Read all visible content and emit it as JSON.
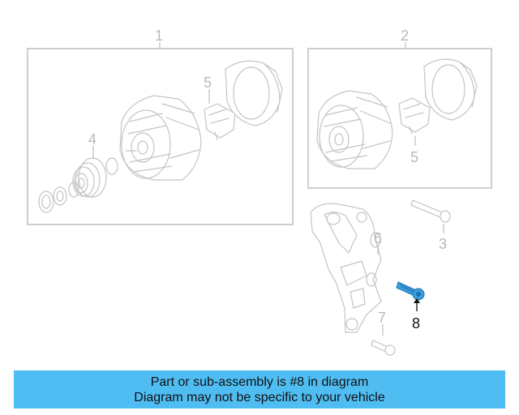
{
  "diagram": {
    "callouts": {
      "c1": "1",
      "c2": "2",
      "c3": "3",
      "c4": "4",
      "c5a": "5",
      "c5b": "5",
      "c6": "6",
      "c7": "7",
      "c8": "8"
    },
    "highlight_color": "#3aa0e0",
    "part_color": "#c4c4c4"
  },
  "banner": {
    "line1": "Part or sub-assembly is #8 in diagram",
    "line2": "Diagram may not be specific to your vehicle",
    "background": "#4fbdf2"
  }
}
